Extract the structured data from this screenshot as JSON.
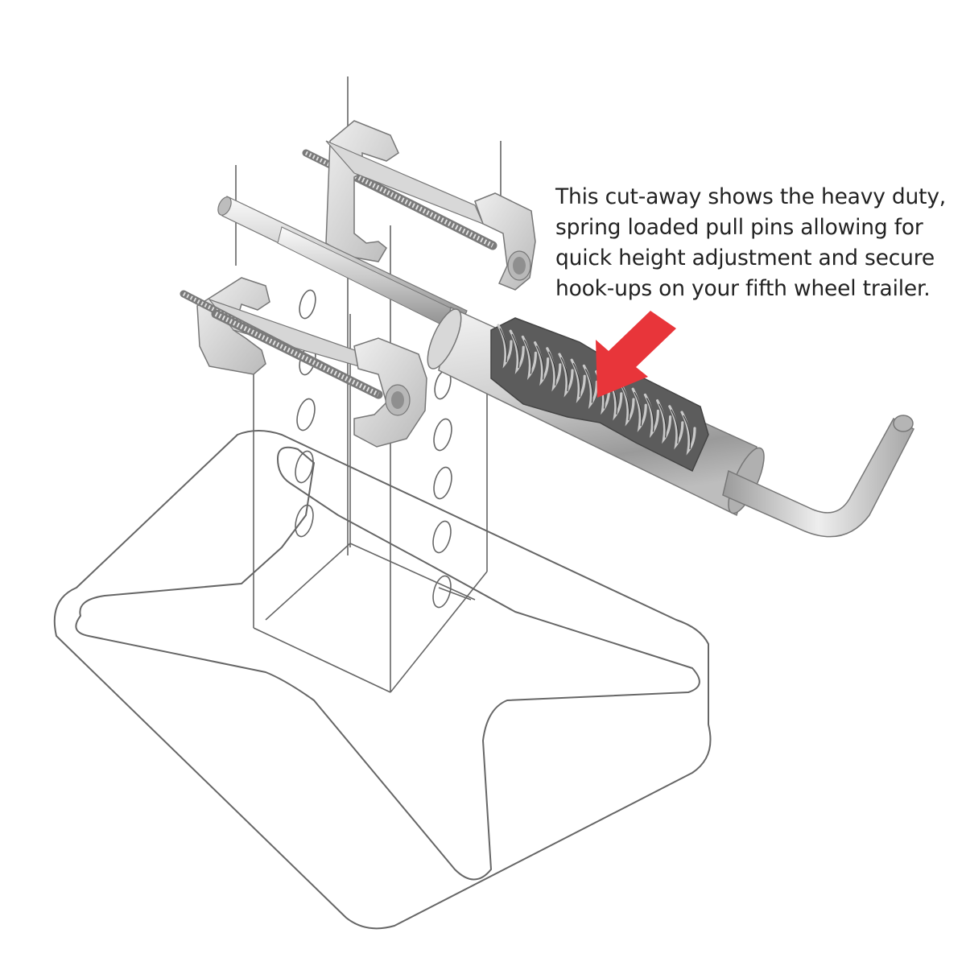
{
  "callout": {
    "lines": [
      "This cut-away shows the heavy duty,",
      "spring loaded pull pins allowing for",
      "quick height adjustment and secure",
      "hook-ups on your fifth wheel trailer."
    ]
  },
  "colors": {
    "arrow": "#e8353a",
    "outline": "#666666",
    "metal_light": "#ebebeb",
    "metal_mid": "#c4c4c4",
    "metal_dark": "#8c8c8c",
    "text": "#222222"
  },
  "icons": {
    "pointer": "red-arrow-icon"
  }
}
